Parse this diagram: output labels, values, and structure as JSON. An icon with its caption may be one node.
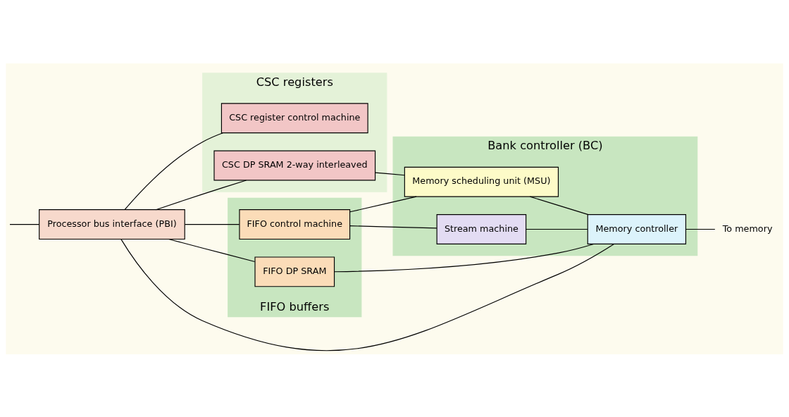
{
  "diagram": {
    "nodes": [
      {
        "text": [
          "CSC registers"
        ]
      },
      {
        "text": [
          "CSC register control machine"
        ],
        "in": 0
      },
      {
        "text": [
          "CSC DP SRAM 2-way interleaved"
        ],
        "in": 0
      },
      {
        "text": [
          "FIFO buffers"
        ]
      },
      {
        "text": [
          "FIFO control machine"
        ],
        "in": 3
      },
      {
        "text": [
          "FIFO DP SRAM"
        ],
        "in": 3
      },
      {
        "text": [
          "Bank controller (BC)"
        ]
      },
      {
        "text": [
          "Memory scheduling unit (MSU)"
        ],
        "in": 6
      },
      {
        "text": [
          "Stream machine"
        ],
        "in": 6
      },
      {
        "text": [
          "Memory controller"
        ],
        "in": 6
      },
      {
        "text": [
          "Processor bus interface (PBI)"
        ]
      },
      {
        "text": [
          "To memory"
        ]
      }
    ],
    "edges": [
      {
        "from": null,
        "to": 10,
        "arrow": "none"
      },
      {
        "from": 10,
        "to": 1,
        "arrow": "none"
      },
      {
        "from": 10,
        "to": 2,
        "arrow": "none"
      },
      {
        "from": 10,
        "to": 4,
        "arrow": "none"
      },
      {
        "from": 10,
        "to": 5,
        "arrow": "none"
      },
      {
        "from": 10,
        "to": 9,
        "arrow": "none"
      },
      {
        "from": 2,
        "to": 7,
        "arrow": "none"
      },
      {
        "from": 4,
        "to": 7,
        "arrow": "none"
      },
      {
        "from": 4,
        "to": 8,
        "arrow": "none"
      },
      {
        "from": 5,
        "to": 9,
        "arrow": "none"
      },
      {
        "from": 7,
        "to": 9,
        "arrow": "none"
      },
      {
        "from": 8,
        "to": 9,
        "arrow": "none"
      },
      {
        "from": 9,
        "to": 11,
        "arrow": "none"
      }
    ]
  }
}
